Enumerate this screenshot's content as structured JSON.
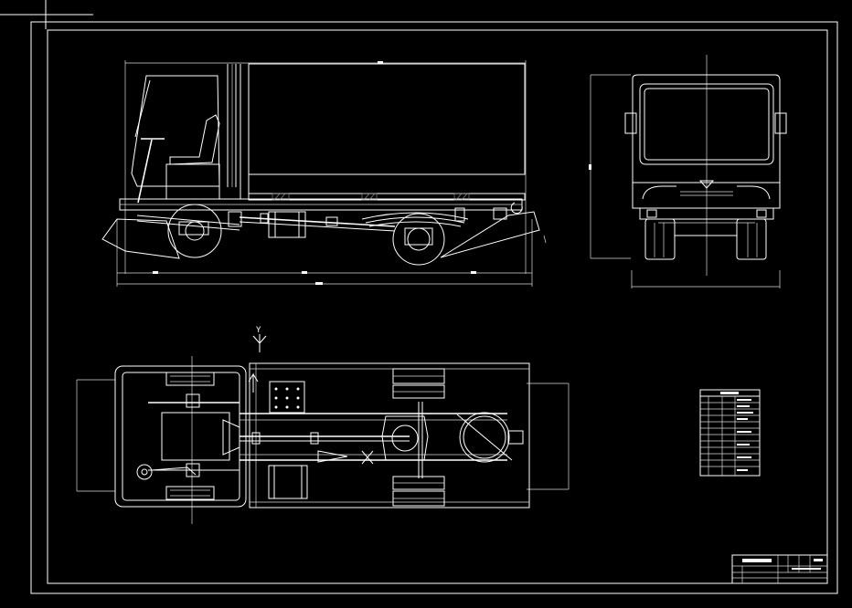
{
  "drawing": {
    "background_color": "#000000",
    "line_color": "#ffffff",
    "views": [
      "side-elevation",
      "front-elevation",
      "chassis-plan"
    ],
    "plan_axis_label": "Y"
  },
  "parameter_table": {
    "rows": 12
  },
  "title_block": {
    "rows": 3
  }
}
